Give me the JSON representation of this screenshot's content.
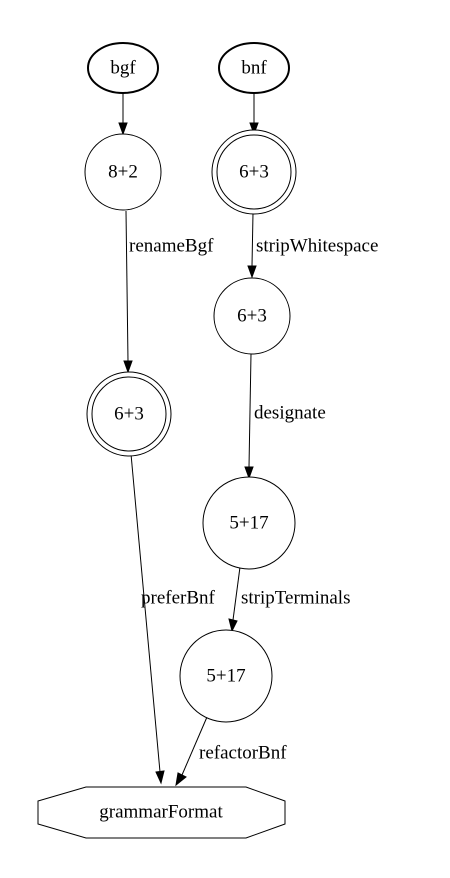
{
  "nodes": {
    "bgf": "bgf",
    "bnf": "bnf",
    "bgf_count": "8+2",
    "bnf_count": "6+3",
    "bnf_stripped": "6+3",
    "bgf_renamed": "6+3",
    "bnf_designated": "5+17",
    "bnf_no_terminals": "5+17",
    "grammar_format": "grammarFormat"
  },
  "edges": {
    "rename_bgf": "renameBgf",
    "strip_whitespace": "stripWhitespace",
    "designate": "designate",
    "prefer_bnf": "preferBnf",
    "strip_terminals": "stripTerminals",
    "refactor_bnf": "refactorBnf"
  }
}
